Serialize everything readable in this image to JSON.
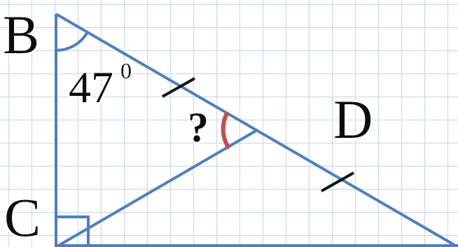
{
  "labels": {
    "vertex_b": "B",
    "vertex_c": "C",
    "point_d": "D",
    "angle_b": "47",
    "angle_b_degree": "0",
    "unknown_angle": "?"
  },
  "colors": {
    "background": "#ffffff",
    "grid": "#c9d3e8",
    "line": "#4f7fbf",
    "angle_arc_b": "#4f7fbf",
    "angle_arc_unknown": "#c0504d",
    "tick": "#111111",
    "text": "#111111"
  }
}
